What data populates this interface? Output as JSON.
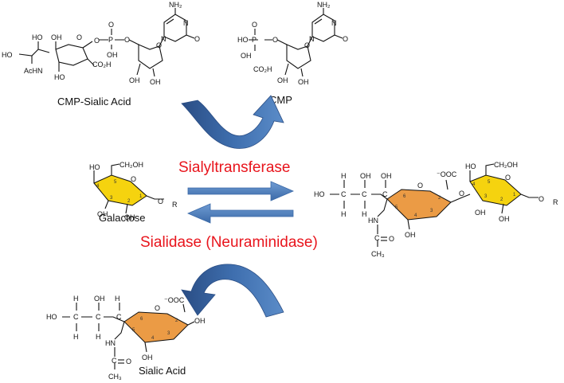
{
  "labels": {
    "cmp_sialic_acid": "CMP-Sialic Acid",
    "cmp": "CMP",
    "galactose": "Galactose",
    "sialic_acid": "Sialic Acid"
  },
  "enzymes": {
    "forward": "Sialyltransferase",
    "reverse": "Sialidase (Neuraminidase)"
  },
  "atoms": {
    "nh2": "NH₂",
    "n": "N",
    "o": "O",
    "ho": "HO",
    "oh": "OH",
    "h": "H",
    "p": "P",
    "co2h": "CO₂H",
    "acnh": "AcHN",
    "ch2oh": "CH₂OH",
    "coo": "⁻OOC",
    "hn": "HN",
    "c": "C",
    "ch3": "CH₃",
    "r": "R"
  },
  "colors": {
    "enzyme_text": "#e8141c",
    "arrow_fill": "#4a7fbf",
    "arrow_dark": "#2c4f86",
    "galactose_ring": "#f5d30f",
    "sialic_ring": "#eb9b45"
  }
}
